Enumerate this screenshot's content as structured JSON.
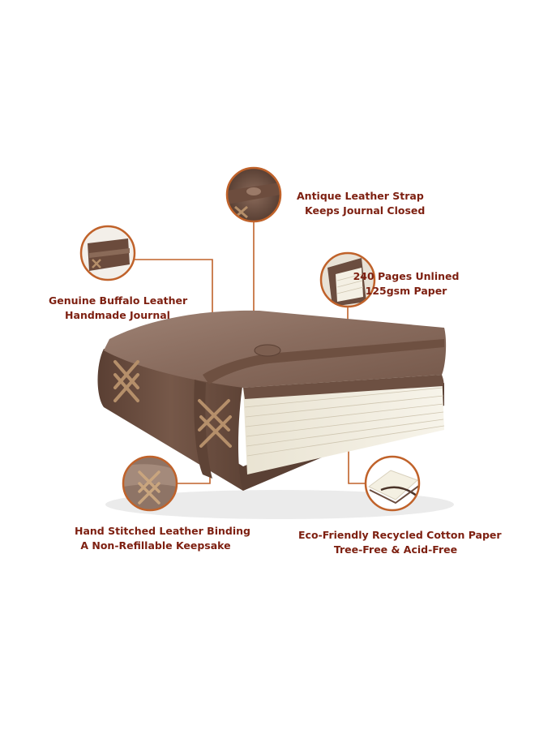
{
  "colors": {
    "accent": "#c0622a",
    "caption_text": "#7d1f10",
    "leather_dark": "#5f4437",
    "leather_mid": "#8a6b5c",
    "leather_light": "#a58a7b",
    "paper": "#f3efe2"
  },
  "callouts": {
    "strap": {
      "line1": "Antique Leather Strap",
      "line2": "Keeps Journal Closed",
      "icon": "leather-strap-closeup"
    },
    "pages": {
      "line1": "240 Pages Unlined",
      "line2": "125gsm Paper",
      "icon": "page-edge-closeup"
    },
    "leather": {
      "line1": "Genuine Buffalo Leather",
      "line2": "Handmade Journal",
      "icon": "closed-journal-thumbnail"
    },
    "binding": {
      "line1": "Hand Stitched Leather Binding",
      "line2": "A Non-Refillable Keepsake",
      "icon": "stitched-spine-closeup"
    },
    "paper": {
      "line1": "Eco-Friendly Recycled Cotton Paper",
      "line2": "Tree-Free & Acid-Free",
      "icon": "open-journal-pages"
    }
  }
}
